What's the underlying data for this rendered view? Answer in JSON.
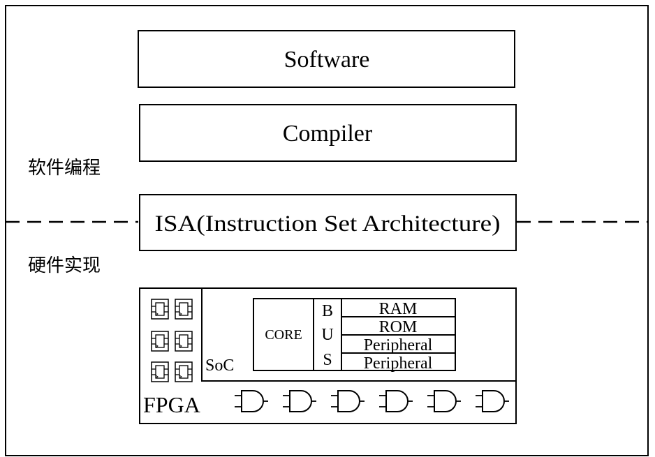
{
  "layers": {
    "software": "Software",
    "compiler": "Compiler",
    "isa": "ISA(Instruction Set Architecture)"
  },
  "sections": {
    "software_programming": "软件编程",
    "hardware_implementation": "硬件实现"
  },
  "fpga": {
    "label": "FPGA",
    "logic_cell_icon": "flip-flop-icon",
    "logic_cell_count": 6,
    "gate_icon": "and-gate-icon",
    "gate_count": 6,
    "soc": {
      "label": "SoC",
      "core": "CORE",
      "bus_letters": [
        "B",
        "U",
        "S"
      ],
      "modules": [
        "RAM",
        "ROM",
        "Peripheral",
        "Peripheral"
      ]
    }
  }
}
